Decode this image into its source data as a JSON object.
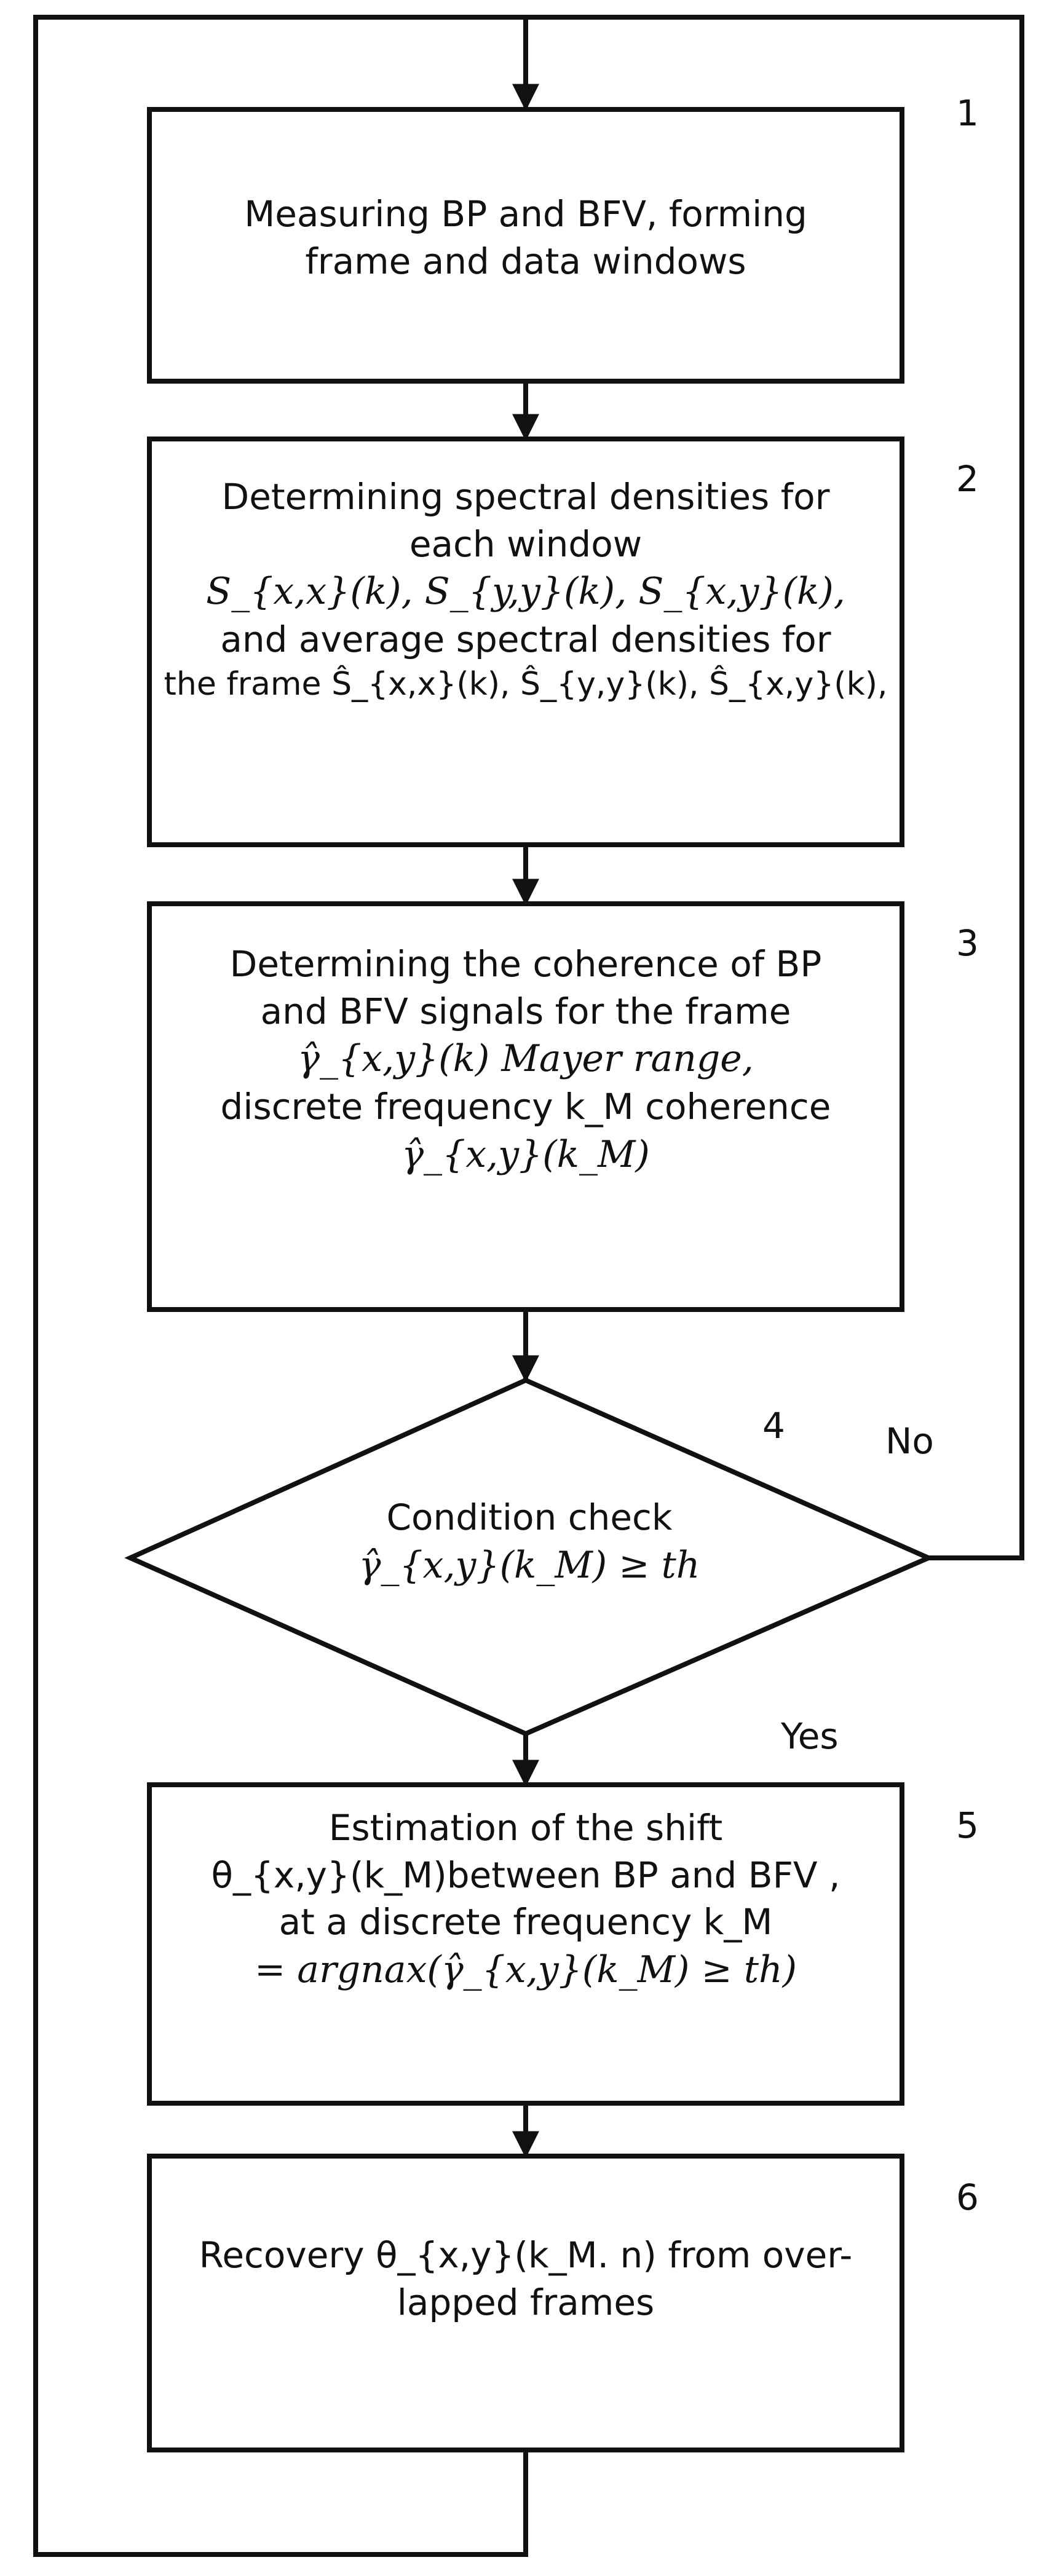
{
  "steps": [
    {
      "number": "1",
      "lines": [
        "Measuring BP and BFV, forming",
        "frame and data windows"
      ]
    },
    {
      "number": "2",
      "lines": [
        "Determining spectral densities for",
        "each window",
        "S_{x,x}(k), S_{y,y}(k), S_{x,y}(k),",
        "and average spectral densities for",
        "the frame  Ŝ_{x,x}(k), Ŝ_{y,y}(k), Ŝ_{x,y}(k),"
      ]
    },
    {
      "number": "3",
      "lines": [
        "Determining the coherence of BP",
        "and BFV signals for the frame",
        "γ̂_{x,y}(k)  Mayer range,",
        "discrete frequency k_M  coherence",
        "γ̂_{x,y}(k_M)"
      ]
    },
    {
      "number": "4",
      "lines": [
        "Condition check",
        "γ̂_{x,y}(k_M) ≥ th"
      ]
    },
    {
      "number": "5",
      "lines": [
        "Estimation of the shift",
        "θ_{x,y}(k_M)between BP and BFV ,",
        "at a discrete frequency k_M",
        "= argnax(γ̂_{x,y}(k_M) ≥ th)"
      ]
    },
    {
      "number": "6",
      "lines": [
        "Recovery  θ_{x,y}(k_M. n)  from over-",
        "lapped frames"
      ]
    }
  ],
  "branches": {
    "no": "No",
    "yes": "Yes"
  }
}
